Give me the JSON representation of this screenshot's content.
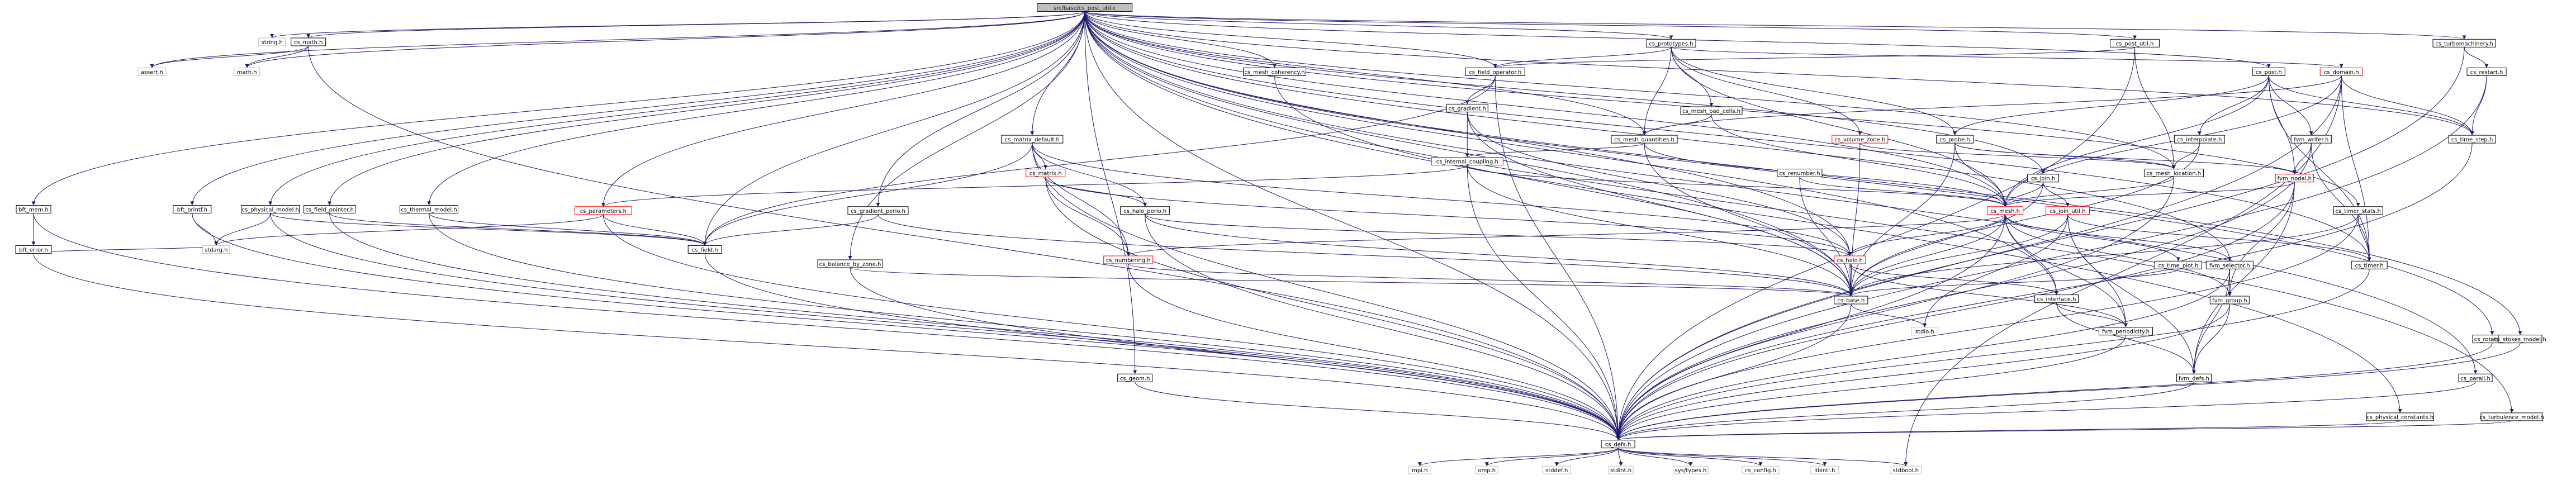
{
  "graph": {
    "edge_color": "#191970",
    "node_border": "#000000",
    "missing_border": "#ff0000",
    "root_fill": "#bfbfbf",
    "system_border": "#bfbfbf",
    "nodes": [
      {
        "id": "root",
        "label": "src/base/cs_post_util.c",
        "kind": "root"
      },
      {
        "id": "string",
        "label": "string.h",
        "kind": "system"
      },
      {
        "id": "cs_math",
        "label": "cs_math.h",
        "kind": "normal"
      },
      {
        "id": "assert",
        "label": "assert.h",
        "kind": "system"
      },
      {
        "id": "math",
        "label": "math.h",
        "kind": "system"
      },
      {
        "id": "bft_mem",
        "label": "bft_mem.h",
        "kind": "normal"
      },
      {
        "id": "bft_error",
        "label": "bft_error.h",
        "kind": "normal"
      },
      {
        "id": "bft_printf",
        "label": "bft_printf.h",
        "kind": "normal"
      },
      {
        "id": "cs_physical_model",
        "label": "cs_physical_model.h",
        "kind": "normal"
      },
      {
        "id": "cs_field_pointer",
        "label": "cs_field_pointer.h",
        "kind": "normal"
      },
      {
        "id": "cs_thermal_model",
        "label": "cs_thermal_model.h",
        "kind": "normal"
      },
      {
        "id": "cs_parameters",
        "label": "cs_parameters.h",
        "kind": "missing"
      },
      {
        "id": "cs_field",
        "label": "cs_field.h",
        "kind": "normal"
      },
      {
        "id": "stdarg",
        "label": "stdarg.h",
        "kind": "system"
      },
      {
        "id": "cs_gradient_perio",
        "label": "cs_gradient_perio.h",
        "kind": "normal"
      },
      {
        "id": "cs_balance_by_zone",
        "label": "cs_balance_by_zone.h",
        "kind": "normal"
      },
      {
        "id": "cs_matrix_default",
        "label": "cs_matrix_default.h",
        "kind": "normal"
      },
      {
        "id": "cs_matrix",
        "label": "cs_matrix.h",
        "kind": "missing"
      },
      {
        "id": "cs_halo_perio",
        "label": "cs_halo_perio.h",
        "kind": "normal"
      },
      {
        "id": "cs_numbering",
        "label": "cs_numbering.h",
        "kind": "missing"
      },
      {
        "id": "cs_mesh_coherency",
        "label": "cs_mesh_coherency.h",
        "kind": "normal"
      },
      {
        "id": "cs_field_operator",
        "label": "cs_field_operator.h",
        "kind": "normal"
      },
      {
        "id": "cs_gradient",
        "label": "cs_gradient.h",
        "kind": "normal"
      },
      {
        "id": "cs_internal_coupling",
        "label": "cs_internal_coupling.h",
        "kind": "missing"
      },
      {
        "id": "cs_prototypes",
        "label": "cs_prototypes.h",
        "kind": "normal"
      },
      {
        "id": "cs_mesh_bad_cells",
        "label": "cs_mesh_bad_cells.h",
        "kind": "normal"
      },
      {
        "id": "cs_mesh_quantities",
        "label": "cs_mesh_quantities.h",
        "kind": "normal"
      },
      {
        "id": "cs_volume_zone",
        "label": "cs_volume_zone.h",
        "kind": "missing"
      },
      {
        "id": "cs_probe",
        "label": "cs_probe.h",
        "kind": "normal"
      },
      {
        "id": "cs_renumber",
        "label": "cs_renumber.h",
        "kind": "normal"
      },
      {
        "id": "cs_join",
        "label": "cs_join.h",
        "kind": "normal"
      },
      {
        "id": "cs_mesh",
        "label": "cs_mesh.h",
        "kind": "missing"
      },
      {
        "id": "cs_halo",
        "label": "cs_halo.h",
        "kind": "missing"
      },
      {
        "id": "cs_base",
        "label": "cs_base.h",
        "kind": "normal"
      },
      {
        "id": "stdio",
        "label": "stdio.h",
        "kind": "system"
      },
      {
        "id": "cs_interface",
        "label": "cs_interface.h",
        "kind": "normal"
      },
      {
        "id": "fvm_periodicity",
        "label": "fvm_periodicity.h",
        "kind": "normal"
      },
      {
        "id": "cs_time_plot",
        "label": "cs_time_plot.h",
        "kind": "normal"
      },
      {
        "id": "cs_join_util",
        "label": "cs_join_util.h",
        "kind": "missing"
      },
      {
        "id": "cs_post_util_h",
        "label": "cs_post_util.h",
        "kind": "normal"
      },
      {
        "id": "cs_mesh_location",
        "label": "cs_mesh_location.h",
        "kind": "normal"
      },
      {
        "id": "cs_post",
        "label": "cs_post.h",
        "kind": "normal"
      },
      {
        "id": "cs_interpolate",
        "label": "cs_interpolate.h",
        "kind": "normal"
      },
      {
        "id": "fvm_nodal",
        "label": "fvm_nodal.h",
        "kind": "missing"
      },
      {
        "id": "fvm_writer",
        "label": "fvm_writer.h",
        "kind": "normal"
      },
      {
        "id": "cs_domain",
        "label": "cs_domain.h",
        "kind": "missing"
      },
      {
        "id": "cs_time_step",
        "label": "cs_time_step.h",
        "kind": "normal"
      },
      {
        "id": "fvm_selector",
        "label": "fvm_selector.h",
        "kind": "normal"
      },
      {
        "id": "fvm_group",
        "label": "fvm_group.h",
        "kind": "normal"
      },
      {
        "id": "fvm_defs",
        "label": "fvm_defs.h",
        "kind": "normal"
      },
      {
        "id": "cs_timer_stats",
        "label": "cs_timer_stats.h",
        "kind": "normal"
      },
      {
        "id": "cs_timer",
        "label": "cs_timer.h",
        "kind": "normal"
      },
      {
        "id": "cs_turbomachinery",
        "label": "cs_turbomachinery.h",
        "kind": "normal"
      },
      {
        "id": "cs_restart",
        "label": "cs_restart.h",
        "kind": "normal"
      },
      {
        "id": "cs_geom",
        "label": "cs_geom.h",
        "kind": "normal"
      },
      {
        "id": "cs_parall",
        "label": "cs_parall.h",
        "kind": "normal"
      },
      {
        "id": "cs_rotation",
        "label": "cs_rotation.h",
        "kind": "normal"
      },
      {
        "id": "cs_stokes_model",
        "label": "cs_stokes_model.h",
        "kind": "normal"
      },
      {
        "id": "cs_physical_constants",
        "label": "cs_physical_constants.h",
        "kind": "normal"
      },
      {
        "id": "cs_turbulence_model",
        "label": "cs_turbulence_model.h",
        "kind": "normal"
      },
      {
        "id": "cs_defs",
        "label": "cs_defs.h",
        "kind": "normal"
      },
      {
        "id": "mpi",
        "label": "mpi.h",
        "kind": "system"
      },
      {
        "id": "omp",
        "label": "omp.h",
        "kind": "system"
      },
      {
        "id": "stddef",
        "label": "stddef.h",
        "kind": "system"
      },
      {
        "id": "stdint",
        "label": "stdint.h",
        "kind": "system"
      },
      {
        "id": "sys_types",
        "label": "sys/types.h",
        "kind": "system"
      },
      {
        "id": "cs_config",
        "label": "cs_config.h",
        "kind": "system"
      },
      {
        "id": "libintl",
        "label": "libintl.h",
        "kind": "system"
      },
      {
        "id": "stdbool",
        "label": "stdbool.h",
        "kind": "system"
      }
    ],
    "edges": [
      [
        "root",
        "string"
      ],
      [
        "root",
        "cs_math"
      ],
      [
        "root",
        "assert"
      ],
      [
        "root",
        "math"
      ],
      [
        "root",
        "bft_mem"
      ],
      [
        "root",
        "bft_printf"
      ],
      [
        "root",
        "cs_physical_model"
      ],
      [
        "root",
        "cs_field_pointer"
      ],
      [
        "root",
        "cs_thermal_model"
      ],
      [
        "root",
        "cs_parameters"
      ],
      [
        "root",
        "cs_field"
      ],
      [
        "root",
        "cs_gradient_perio"
      ],
      [
        "root",
        "cs_balance_by_zone"
      ],
      [
        "root",
        "cs_matrix_default"
      ],
      [
        "root",
        "cs_mesh_coherency"
      ],
      [
        "root",
        "cs_field_operator"
      ],
      [
        "root",
        "cs_prototypes"
      ],
      [
        "root",
        "cs_mesh_quantities"
      ],
      [
        "root",
        "cs_mesh"
      ],
      [
        "root",
        "cs_base"
      ],
      [
        "root",
        "cs_geom"
      ],
      [
        "root",
        "cs_post_util_h"
      ],
      [
        "root",
        "cs_post"
      ],
      [
        "root",
        "cs_mesh_location"
      ],
      [
        "root",
        "cs_time_step"
      ],
      [
        "root",
        "cs_timer"
      ],
      [
        "root",
        "cs_timer_stats"
      ],
      [
        "root",
        "cs_turbomachinery"
      ],
      [
        "root",
        "cs_parall"
      ],
      [
        "root",
        "cs_rotation"
      ],
      [
        "root",
        "cs_stokes_model"
      ],
      [
        "root",
        "cs_physical_constants"
      ],
      [
        "root",
        "cs_turbulence_model"
      ],
      [
        "root",
        "cs_defs"
      ],
      [
        "root",
        "cs_join"
      ],
      [
        "root",
        "fvm_selector"
      ],
      [
        "root",
        "cs_interface"
      ],
      [
        "root",
        "cs_halo"
      ],
      [
        "cs_math",
        "assert"
      ],
      [
        "cs_math",
        "math"
      ],
      [
        "cs_math",
        "cs_defs"
      ],
      [
        "bft_mem",
        "bft_error"
      ],
      [
        "bft_mem",
        "cs_defs"
      ],
      [
        "bft_error",
        "stdarg"
      ],
      [
        "bft_error",
        "cs_defs"
      ],
      [
        "bft_printf",
        "stdarg"
      ],
      [
        "bft_printf",
        "cs_defs"
      ],
      [
        "cs_physical_model",
        "cs_field"
      ],
      [
        "cs_physical_model",
        "cs_defs"
      ],
      [
        "cs_physical_model",
        "stdarg"
      ],
      [
        "cs_field_pointer",
        "cs_field"
      ],
      [
        "cs_field_pointer",
        "cs_defs"
      ],
      [
        "cs_thermal_model",
        "cs_field"
      ],
      [
        "cs_thermal_model",
        "cs_defs"
      ],
      [
        "cs_parameters",
        "cs_field"
      ],
      [
        "cs_parameters",
        "stdarg"
      ],
      [
        "cs_parameters",
        "cs_defs"
      ],
      [
        "cs_field",
        "cs_defs"
      ],
      [
        "cs_gradient_perio",
        "cs_field"
      ],
      [
        "cs_gradient_perio",
        "cs_base"
      ],
      [
        "cs_balance_by_zone",
        "cs_base"
      ],
      [
        "cs_balance_by_zone",
        "cs_defs"
      ],
      [
        "cs_matrix_default",
        "cs_matrix"
      ],
      [
        "cs_matrix_default",
        "cs_halo_perio"
      ],
      [
        "cs_matrix_default",
        "cs_numbering"
      ],
      [
        "cs_matrix_default",
        "cs_field"
      ],
      [
        "cs_matrix_default",
        "cs_halo"
      ],
      [
        "cs_matrix_default",
        "cs_defs"
      ],
      [
        "cs_matrix",
        "cs_halo"
      ],
      [
        "cs_matrix",
        "cs_numbering"
      ],
      [
        "cs_matrix",
        "cs_halo_perio"
      ],
      [
        "cs_matrix",
        "cs_defs"
      ],
      [
        "cs_halo_perio",
        "cs_halo"
      ],
      [
        "cs_halo_perio",
        "cs_base"
      ],
      [
        "cs_halo_perio",
        "cs_defs"
      ],
      [
        "cs_numbering",
        "cs_base"
      ],
      [
        "cs_numbering",
        "cs_defs"
      ],
      [
        "cs_mesh_coherency",
        "cs_base"
      ],
      [
        "cs_field_operator",
        "cs_field"
      ],
      [
        "cs_field_operator",
        "cs_gradient"
      ],
      [
        "cs_field_operator",
        "cs_defs"
      ],
      [
        "cs_gradient",
        "cs_internal_coupling"
      ],
      [
        "cs_gradient",
        "cs_halo"
      ],
      [
        "cs_gradient",
        "cs_base"
      ],
      [
        "cs_internal_coupling",
        "cs_parameters"
      ],
      [
        "cs_internal_coupling",
        "cs_mesh"
      ],
      [
        "cs_internal_coupling",
        "cs_base"
      ],
      [
        "cs_internal_coupling",
        "cs_defs"
      ],
      [
        "cs_prototypes",
        "cs_mesh_bad_cells"
      ],
      [
        "cs_prototypes",
        "cs_mesh_quantities"
      ],
      [
        "cs_prototypes",
        "cs_volume_zone"
      ],
      [
        "cs_prototypes",
        "cs_probe"
      ],
      [
        "cs_prototypes",
        "cs_domain"
      ],
      [
        "cs_prototypes",
        "cs_mesh"
      ],
      [
        "cs_prototypes",
        "cs_field_operator"
      ],
      [
        "cs_mesh_bad_cells",
        "cs_mesh_quantities"
      ],
      [
        "cs_mesh_bad_cells",
        "cs_mesh"
      ],
      [
        "cs_mesh_quantities",
        "cs_internal_coupling"
      ],
      [
        "cs_mesh_quantities",
        "cs_mesh"
      ],
      [
        "cs_mesh_quantities",
        "cs_base"
      ],
      [
        "cs_volume_zone",
        "cs_mesh_location"
      ],
      [
        "cs_volume_zone",
        "cs_base"
      ],
      [
        "cs_probe",
        "cs_mesh_location"
      ],
      [
        "cs_probe",
        "fvm_nodal"
      ],
      [
        "cs_probe",
        "cs_mesh"
      ],
      [
        "cs_probe",
        "cs_base"
      ],
      [
        "cs_renumber",
        "cs_mesh"
      ],
      [
        "cs_renumber",
        "cs_base"
      ],
      [
        "cs_join",
        "cs_join_util"
      ],
      [
        "cs_join",
        "cs_mesh"
      ],
      [
        "cs_join",
        "cs_base"
      ],
      [
        "cs_mesh",
        "cs_halo"
      ],
      [
        "cs_mesh",
        "cs_numbering"
      ],
      [
        "cs_mesh",
        "cs_interface"
      ],
      [
        "cs_mesh",
        "fvm_periodicity"
      ],
      [
        "cs_mesh",
        "cs_base"
      ],
      [
        "cs_mesh",
        "fvm_group"
      ],
      [
        "cs_mesh",
        "fvm_selector"
      ],
      [
        "cs_mesh",
        "cs_time_plot"
      ],
      [
        "cs_mesh",
        "cs_defs"
      ],
      [
        "cs_halo",
        "cs_base"
      ],
      [
        "cs_halo",
        "cs_interface"
      ],
      [
        "cs_halo",
        "fvm_periodicity"
      ],
      [
        "cs_base",
        "stdio"
      ],
      [
        "cs_base",
        "cs_defs"
      ],
      [
        "cs_interface",
        "fvm_periodicity"
      ],
      [
        "cs_interface",
        "fvm_defs"
      ],
      [
        "fvm_periodicity",
        "cs_defs"
      ],
      [
        "cs_time_plot",
        "cs_base"
      ],
      [
        "cs_join_util",
        "cs_base"
      ],
      [
        "cs_join_util",
        "fvm_periodicity"
      ],
      [
        "cs_join_util",
        "stdio"
      ],
      [
        "cs_join_util",
        "cs_timer"
      ],
      [
        "cs_join_util",
        "fvm_defs"
      ],
      [
        "cs_post_util_h",
        "cs_field_operator"
      ],
      [
        "cs_post_util_h",
        "cs_mesh_location"
      ],
      [
        "cs_post_util_h",
        "cs_defs"
      ],
      [
        "cs_mesh_location",
        "cs_mesh"
      ],
      [
        "cs_mesh_location",
        "cs_defs"
      ],
      [
        "cs_post",
        "cs_interpolate"
      ],
      [
        "cs_post",
        "fvm_nodal"
      ],
      [
        "cs_post",
        "fvm_writer"
      ],
      [
        "cs_post",
        "cs_probe"
      ],
      [
        "cs_post",
        "cs_time_step"
      ],
      [
        "cs_post",
        "cs_mesh"
      ],
      [
        "cs_post",
        "cs_timer"
      ],
      [
        "cs_interpolate",
        "cs_mesh_location"
      ],
      [
        "cs_interpolate",
        "cs_base"
      ],
      [
        "fvm_nodal",
        "fvm_defs"
      ],
      [
        "fvm_nodal",
        "fvm_group"
      ],
      [
        "fvm_nodal",
        "cs_mesh"
      ],
      [
        "fvm_nodal",
        "cs_defs"
      ],
      [
        "fvm_writer",
        "fvm_nodal"
      ],
      [
        "fvm_writer",
        "cs_timer"
      ],
      [
        "fvm_writer",
        "cs_defs"
      ],
      [
        "cs_domain",
        "cs_mesh_quantities"
      ],
      [
        "cs_domain",
        "cs_time_step"
      ],
      [
        "cs_domain",
        "cs_timer"
      ],
      [
        "cs_domain",
        "cs_mesh"
      ],
      [
        "cs_domain",
        "stdbool"
      ],
      [
        "cs_domain",
        "cs_defs"
      ],
      [
        "fvm_selector",
        "fvm_group"
      ],
      [
        "fvm_selector",
        "fvm_defs"
      ],
      [
        "fvm_selector",
        "cs_defs"
      ],
      [
        "fvm_group",
        "fvm_defs"
      ],
      [
        "fvm_group",
        "cs_defs"
      ],
      [
        "fvm_defs",
        "cs_defs"
      ],
      [
        "cs_timer_stats",
        "cs_timer"
      ],
      [
        "cs_timer_stats",
        "cs_base"
      ],
      [
        "cs_timer_stats",
        "cs_defs"
      ],
      [
        "cs_timer",
        "cs_defs"
      ],
      [
        "cs_turbomachinery",
        "cs_restart"
      ],
      [
        "cs_turbomachinery",
        "cs_defs"
      ],
      [
        "cs_restart",
        "cs_time_step"
      ],
      [
        "cs_restart",
        "cs_defs"
      ],
      [
        "cs_time_step",
        "cs_defs"
      ],
      [
        "cs_geom",
        "cs_defs"
      ],
      [
        "cs_parall",
        "cs_defs"
      ],
      [
        "cs_rotation",
        "cs_defs"
      ],
      [
        "cs_stokes_model",
        "cs_defs"
      ],
      [
        "cs_physical_constants",
        "cs_defs"
      ],
      [
        "cs_turbulence_model",
        "cs_defs"
      ],
      [
        "cs_defs",
        "mpi"
      ],
      [
        "cs_defs",
        "omp"
      ],
      [
        "cs_defs",
        "stddef"
      ],
      [
        "cs_defs",
        "stdint"
      ],
      [
        "cs_defs",
        "sys_types"
      ],
      [
        "cs_defs",
        "cs_config"
      ],
      [
        "cs_defs",
        "libintl"
      ],
      [
        "cs_defs",
        "stdbool"
      ]
    ]
  }
}
